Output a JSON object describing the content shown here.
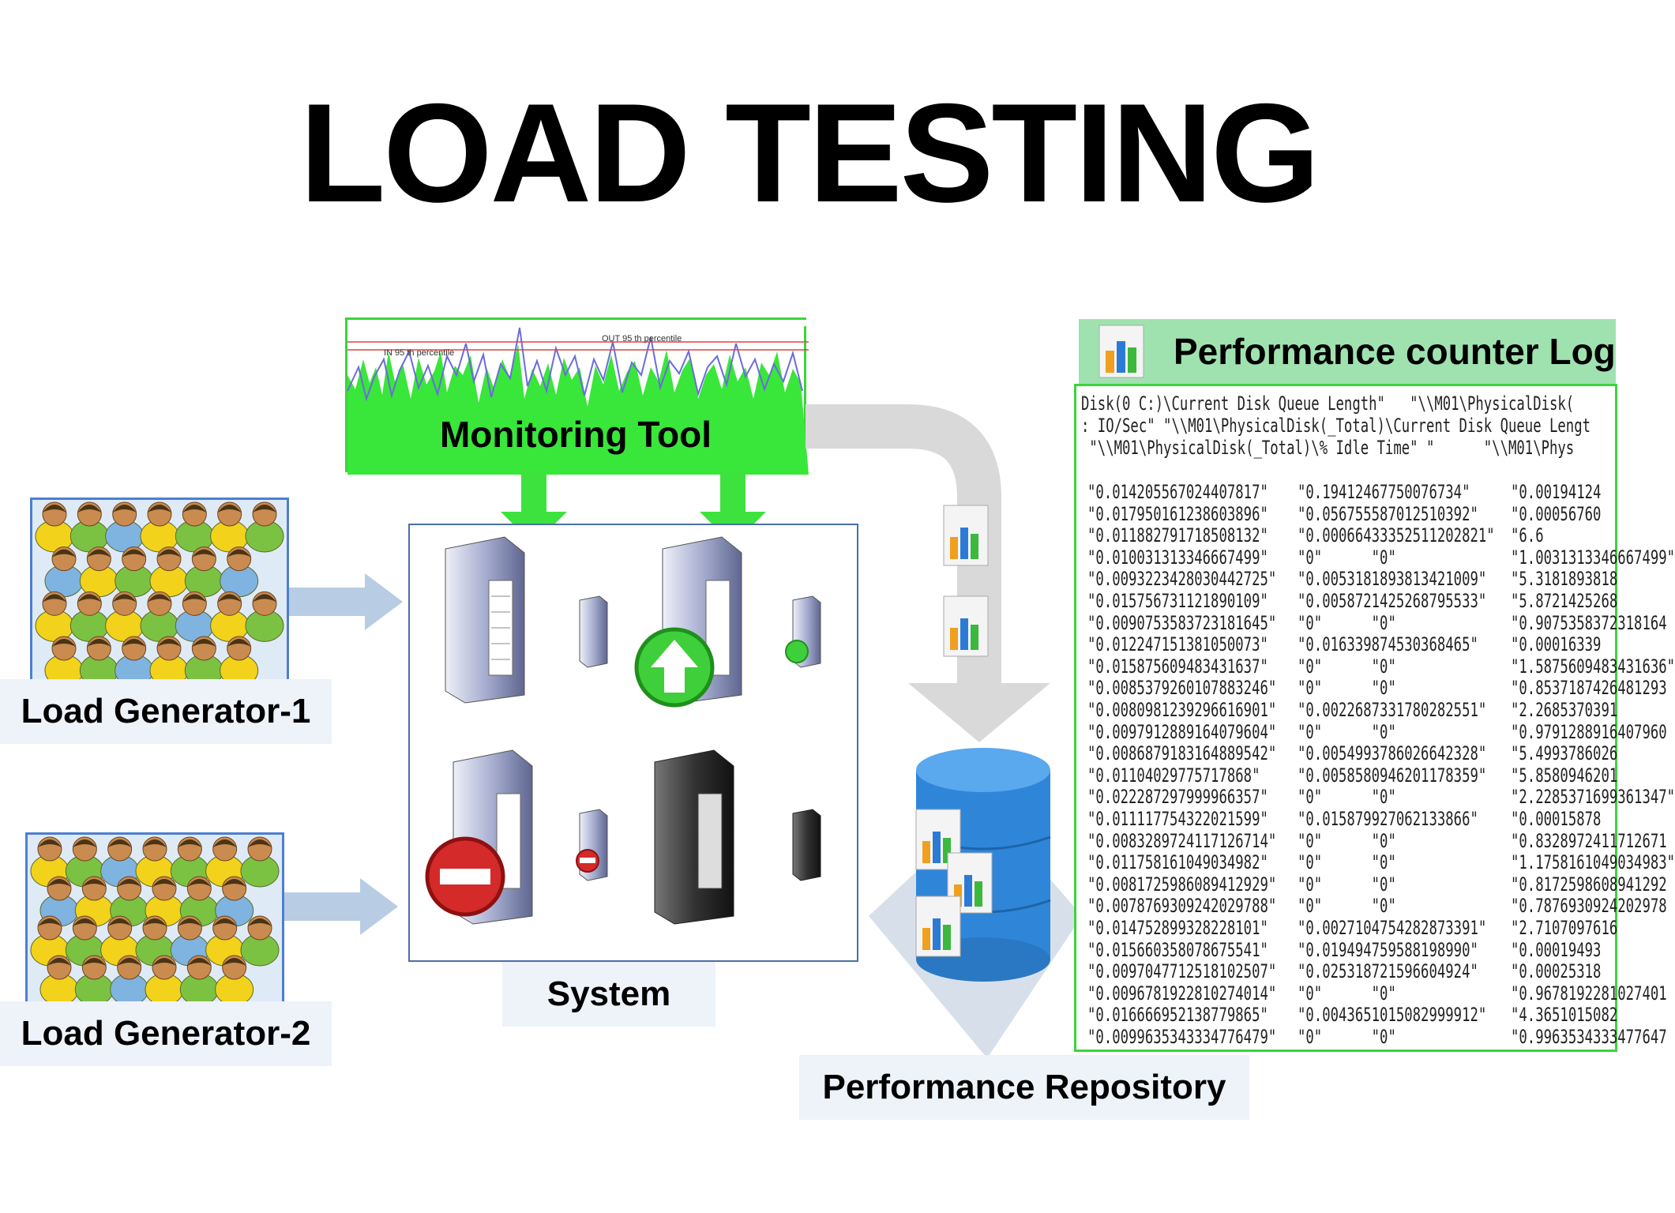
{
  "title": "LOAD TESTING",
  "monitoring_tool": {
    "label": "Monitoring Tool",
    "chart_labels": [
      "IN 95 th percentile",
      "OUT 95 th percentile"
    ]
  },
  "load_generators": [
    {
      "label": "Load Generator-1"
    },
    {
      "label": "Load Generator-2"
    }
  ],
  "system": {
    "label": "System"
  },
  "repository": {
    "label": "Performance Repository"
  },
  "performance_log": {
    "title": "Performance counter Log",
    "header_lines": [
      "Disk(0 C:)\\Current Disk Queue Length\"   \"\\\\M01\\PhysicalDisk(",
      ": IO/Sec\" \"\\\\M01\\PhysicalDisk(_Total)\\Current Disk Queue Lengt",
      " \"\\\\M01\\PhysicalDisk(_Total)\\% Idle Time\" \"      \"\\\\M01\\Phys"
    ],
    "rows": [
      [
        "\"0.014205567024407817\"",
        "\"0.19412467750076734\"",
        "\"0.00194124"
      ],
      [
        "\"0.017950161238603896\"",
        "\"0.056755587012510392\"",
        "\"0.00056760"
      ],
      [
        "\"0.011882791718508132\"",
        "\"0.00066433352511202821\"",
        "\"6.6"
      ],
      [
        "\"0.010031313346667499\"",
        "\"0\"      \"0\"",
        "\"1.0031313346667499\""
      ],
      [
        "\"0.0093223428030442725\"",
        "\"0.0053181893813421009\"",
        "\"5.3181893818"
      ],
      [
        "\"0.015756731121890109\"",
        "\"0.0058721425268795533\"",
        "\"5.8721425268"
      ],
      [
        "\"0.0090753583723181645\"",
        "\"0\"      \"0\"",
        "\"0.9075358372318164"
      ],
      [
        "\"0.012247151381050073\"",
        "\"0.016339874530368465\"",
        "\"0.00016339"
      ],
      [
        "\"0.015875609483431637\"",
        "\"0\"      \"0\"",
        "\"1.5875609483431636\""
      ],
      [
        "\"0.0085379260107883246\"",
        "\"0\"      \"0\"",
        "\"0.8537187426481293"
      ],
      [
        "\"0.0080981239296616901\"",
        "\"0.0022687331780282551\"",
        "\"2.2685370391"
      ],
      [
        "\"0.0097912889164079604\"",
        "\"0\"      \"0\"",
        "\"0.9791288916407960"
      ],
      [
        "\"0.0086879183164889542\"",
        "\"0.0054993786026642328\"",
        "\"5.4993786026"
      ],
      [
        "\"0.01104029775717868\"",
        "\"0.0058580946201178359\"",
        "\"5.8580946201"
      ],
      [
        "\"0.022287297999966357\"",
        "\"0\"      \"0\"",
        "\"2.2285371699361347\""
      ],
      [
        "\"0.011117754322021599\"",
        "\"0.015879927062133866\"",
        "\"0.00015878"
      ],
      [
        "\"0.0083289724117126714\"",
        "\"0\"      \"0\"",
        "\"0.8328972411712671"
      ],
      [
        "\"0.011758161049034982\"",
        "\"0\"      \"0\"",
        "\"1.1758161049034983\""
      ],
      [
        "\"0.0081725986089412929\"",
        "\"0\"      \"0\"",
        "\"0.8172598608941292"
      ],
      [
        "\"0.0078769309242029788\"",
        "\"0\"      \"0\"",
        "\"0.7876930924202978"
      ],
      [
        "\"0.014752899328228101\"",
        "\"0.0027104754282873391\"",
        "\"2.7107097616"
      ],
      [
        "\"0.015660358078675541\"",
        "\"0.019494759588198990\"",
        "\"0.00019493"
      ],
      [
        "\"0.0097047712518102507\"",
        "\"0.025318721596604924\"",
        "\"0.00025318"
      ],
      [
        "\"0.0096781922810274014\"",
        "\"0\"      \"0\"",
        "\"0.9678192281027401"
      ],
      [
        "\"0.016666952138779865\"",
        "\"0.0043651015082999912\"",
        "\"4.3651015082"
      ],
      [
        "\"0.0099635343334776479\"",
        "\"0\"      \"0\"",
        "\"0.9963534333477647"
      ]
    ]
  }
}
